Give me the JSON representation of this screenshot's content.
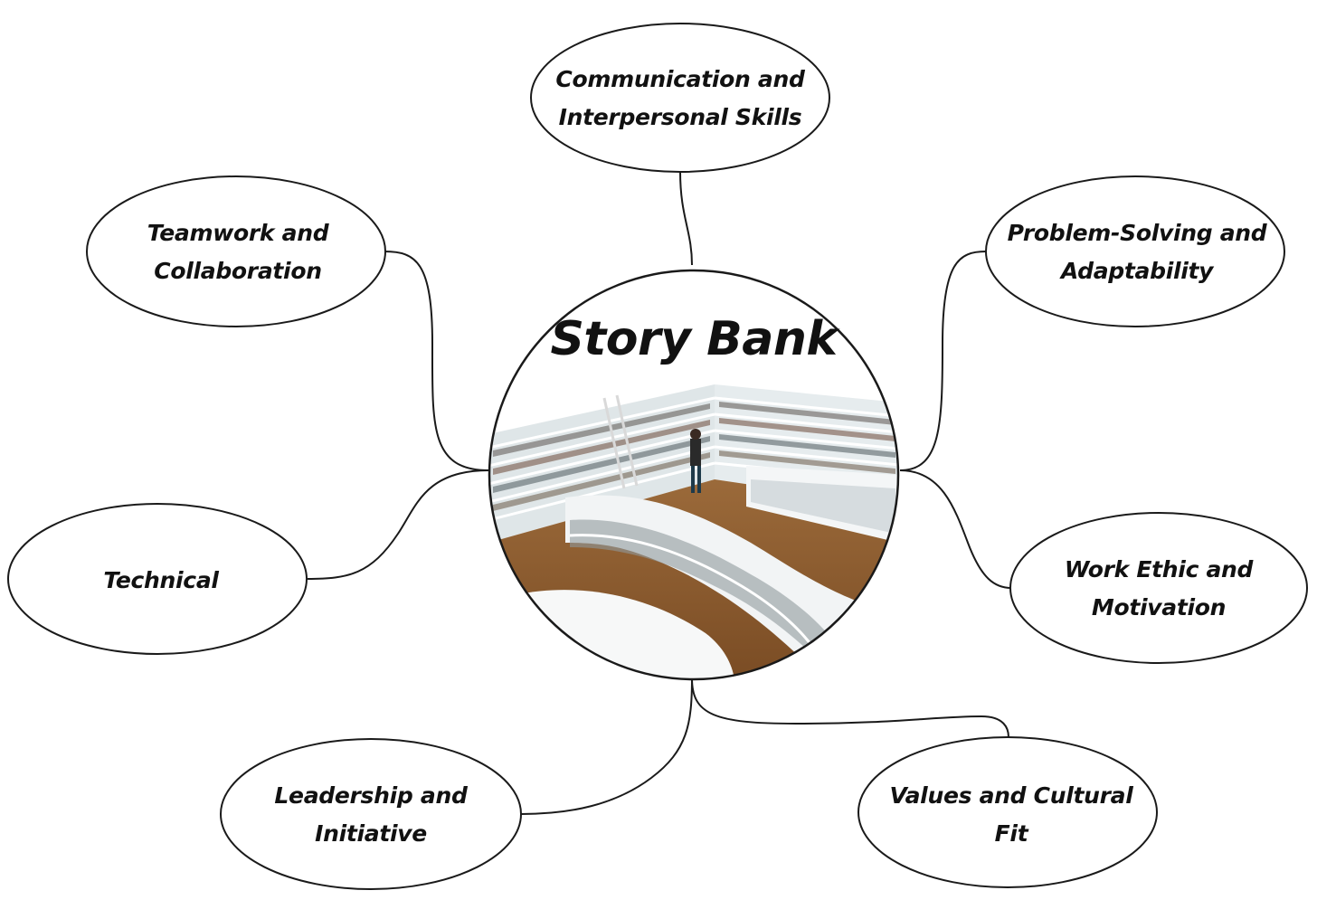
{
  "center": {
    "title": "Story Bank",
    "image": "library-bookshelves-photo"
  },
  "nodes": [
    {
      "id": "communication",
      "lines": [
        "Communication and",
        "Interpersonal Skills"
      ]
    },
    {
      "id": "teamwork",
      "lines": [
        "Teamwork and",
        "Collaboration"
      ]
    },
    {
      "id": "problem-solving",
      "lines": [
        "Problem-Solving and",
        "Adaptability"
      ]
    },
    {
      "id": "technical",
      "lines": [
        "Technical"
      ]
    },
    {
      "id": "work-ethic",
      "lines": [
        "Work Ethic and",
        "Motivation"
      ]
    },
    {
      "id": "leadership",
      "lines": [
        "Leadership and",
        "Initiative"
      ]
    },
    {
      "id": "values",
      "lines": [
        "Values and Cultural",
        "Fit"
      ]
    }
  ],
  "colors": {
    "stroke": "#1a1a1a",
    "text": "#111111",
    "shelf": "#e9eef0",
    "floor": "#8a5a2e"
  }
}
